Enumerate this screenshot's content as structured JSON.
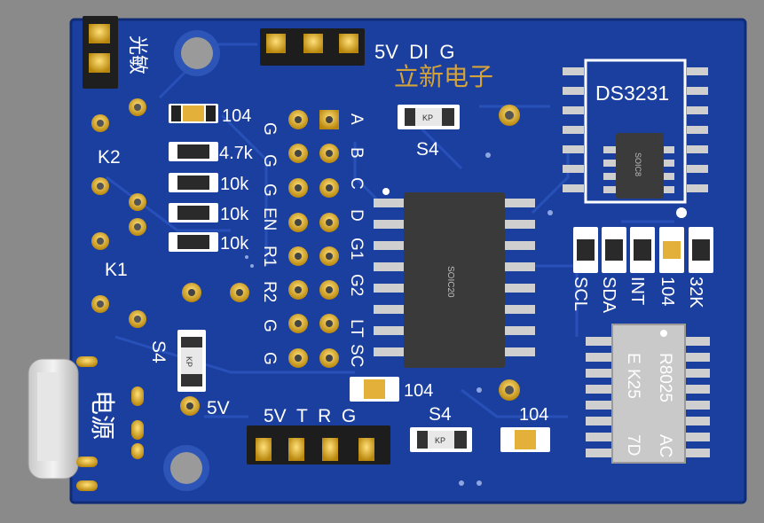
{
  "colors": {
    "background": "#8a8a8a",
    "board": "#1b3f9e",
    "board_edge": "#16358a",
    "trace": "#2a52bc",
    "silk": "#ffffff",
    "gold": "#d9a820",
    "ic_body": "#3c3c3c",
    "resistor_body": "#2a2a2a",
    "brand": "#d4a23a"
  },
  "silkscreen": {
    "guangmin": "光敏",
    "k2": "K2",
    "k1": "K1",
    "s4_left": "S4",
    "s4_top": "S4",
    "s4_bottom": "S4",
    "v5": "5V",
    "dianyuan": "电源",
    "header_top": "5V  DI  G",
    "brand": "立新电子",
    "ds3231": "DS3231",
    "soic20": "SOIC20",
    "soic8": "SOIC8",
    "header_bottom": "5V  T  R  G",
    "c104_a": "104",
    "c104_b": "104",
    "c104_c": "104",
    "c104_d": "104",
    "r47k": "4.7k",
    "r10k_a": "10k",
    "r10k_b": "10k",
    "r10k_c": "10k",
    "kp": "KP",
    "pins_left": [
      "G",
      "G",
      "G",
      "EN",
      "R1",
      "R2",
      "G",
      "G"
    ],
    "pins_right": [
      "A",
      "B",
      "C",
      "D",
      "G1",
      "G2",
      "LT",
      "SC"
    ],
    "rtc_labels": [
      "SCL",
      "SDA",
      "INT",
      "104",
      "32K"
    ],
    "rx_lines": [
      "R8025",
      "AC",
      "E K25",
      "7D"
    ]
  }
}
